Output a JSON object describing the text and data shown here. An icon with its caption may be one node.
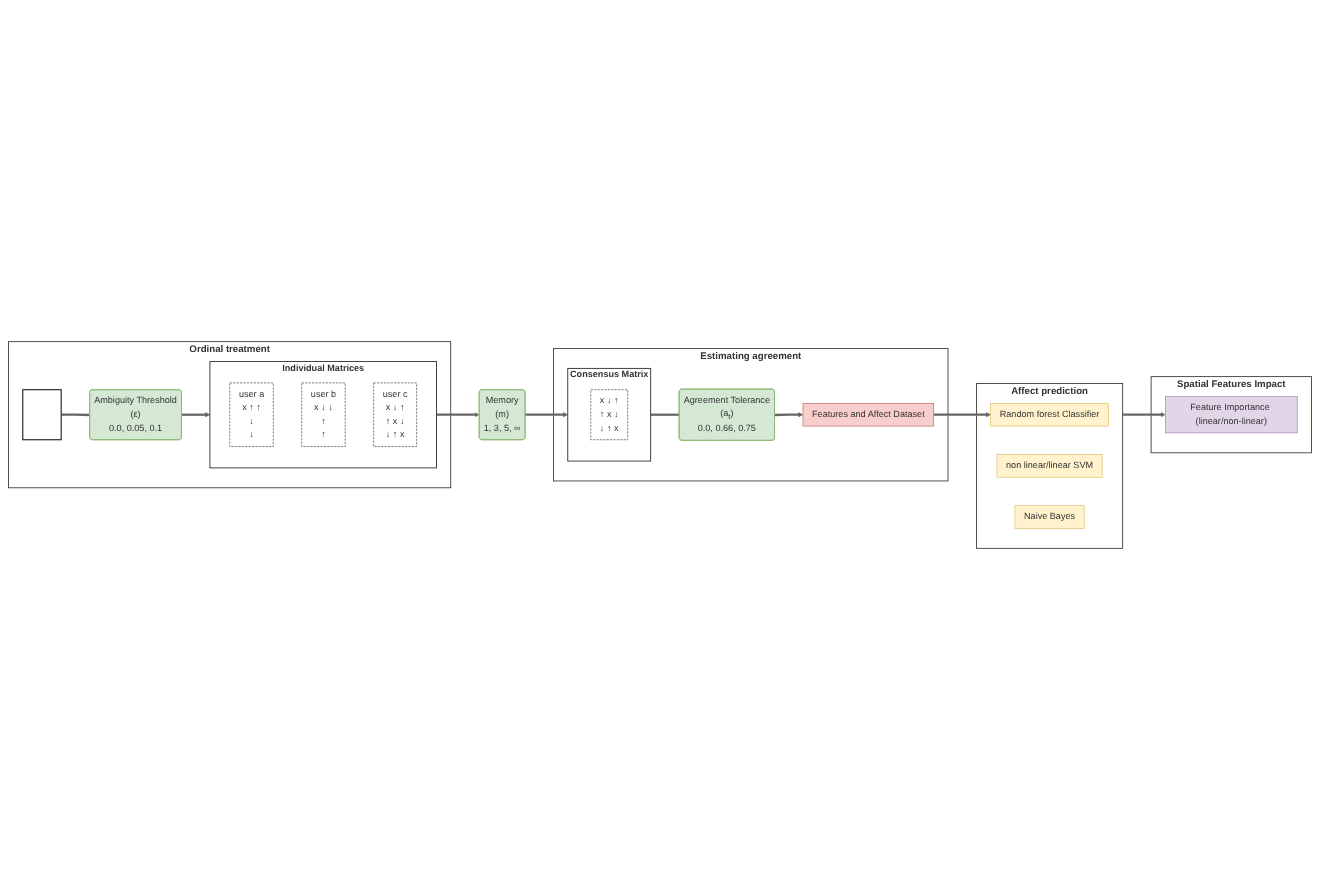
{
  "diagram": {
    "nodes": [
      {
        "text": [
          "Ordinal treatment"
        ]
      },
      {
        "text": [],
        "shape": "box",
        "in": 0
      },
      {
        "text": [
          "Ambiguity Threshold",
          "(ε)",
          "0.0, 0.05, 0.1"
        ],
        "in": 0
      },
      {
        "text": [
          "Individual Matrices"
        ],
        "in": 0
      },
      {
        "text": [
          "user a",
          "x ↑ ↑",
          "↓",
          "↓"
        ],
        "in": 3
      },
      {
        "text": [
          "user b",
          "x ↓ ↓",
          "↑",
          "↑"
        ],
        "in": 3
      },
      {
        "text": [
          "user c",
          "x ↓ ↑",
          "↑ x ↓",
          "↓ ↑ x"
        ],
        "in": 3
      },
      {
        "text": [
          "Memory",
          "(m)",
          "1, 3, 5, ∞"
        ]
      },
      {
        "text": [
          "Estimating agreement"
        ]
      },
      {
        "text": [
          "Features and Affect Dataset"
        ],
        "in": 8
      },
      {
        "text": [
          "Agreement Tolerance",
          "(a$_{t}$)",
          "0.0, 0.66, 0.75"
        ],
        "in": 8
      },
      {
        "text": [
          "Consensus Matrix"
        ],
        "in": 8
      },
      {
        "text": [
          "x ↓ ↑",
          "↑ x ↓",
          "↓ ↑ x"
        ],
        "in": 11
      },
      {
        "text": [
          "Affect prediction"
        ]
      },
      {
        "text": [
          "Random forest Classifier"
        ],
        "in": 13
      },
      {
        "text": [
          "non linear/linear SVM"
        ],
        "in": 13
      },
      {
        "text": [
          "Naive Bayes"
        ],
        "in": 13
      },
      {
        "text": [
          "Spatial Features Impact"
        ]
      },
      {
        "text": [
          "Feature Importance (linear/non-linear)"
        ],
        "in": 17
      }
    ],
    "edges": [
      {
        "from": 1,
        "to": 2,
        "arrow": "none"
      },
      {
        "from": 2,
        "to": 3,
        "arrow": "to"
      },
      {
        "from": 3,
        "to": 7,
        "arrow": "to"
      },
      {
        "from": 7,
        "to": 11,
        "arrow": "to"
      },
      {
        "from": 11,
        "to": 10,
        "arrow": "none"
      },
      {
        "from": 10,
        "to": 9,
        "arrow": "to"
      },
      {
        "from": 9,
        "to": 14,
        "arrow": "to"
      },
      {
        "from": 13,
        "to": 18,
        "arrow": "to"
      }
    ]
  }
}
